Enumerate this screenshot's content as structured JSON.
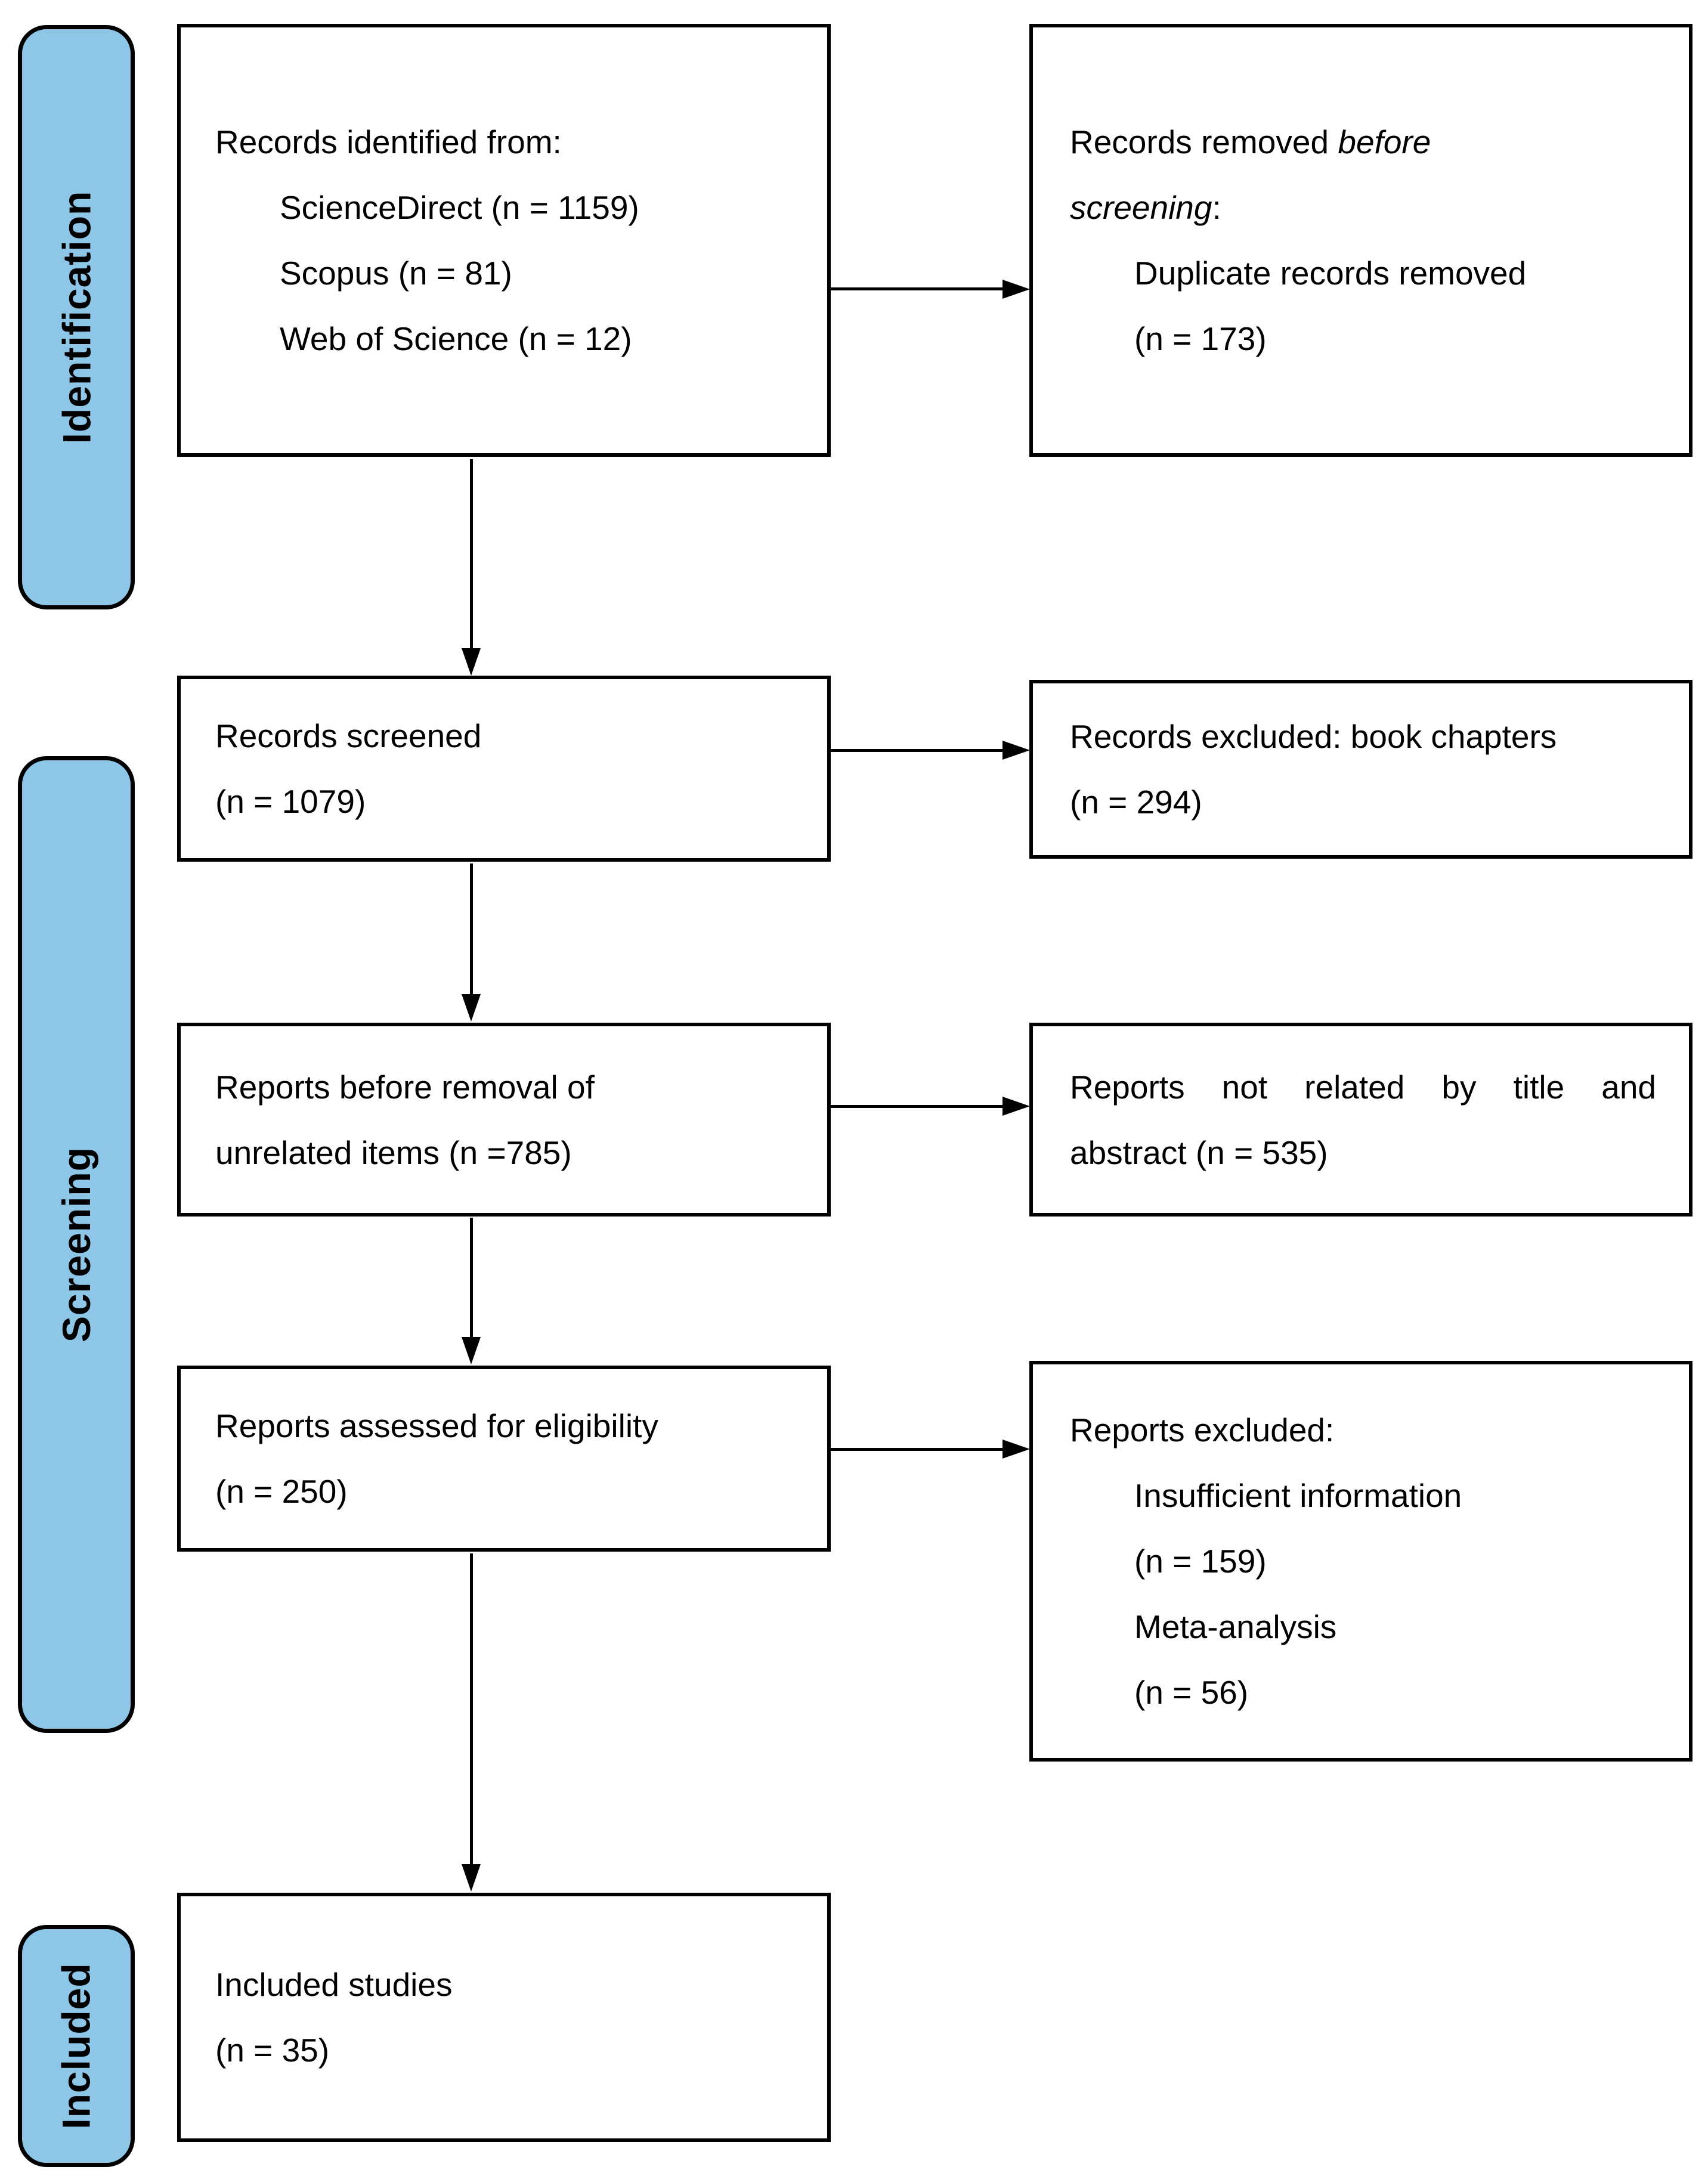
{
  "diagram": {
    "type": "prisma-flow-diagram",
    "colors": {
      "stage_fill": "#8ec6e8",
      "box_border": "#000000",
      "background": "#ffffff"
    },
    "stages": {
      "identification": "Identification",
      "screening": "Screening",
      "included": "Included"
    },
    "boxes": {
      "records_identified": {
        "lines": [
          "Records identified from:",
          "ScienceDirect (n = 1159)",
          "Scopus (n = 81)",
          "Web of Science (n = 12)"
        ]
      },
      "records_removed": {
        "line1_pre": "Records removed ",
        "line1_italic": "before",
        "line2_italic": "screening",
        "line2_post": ":",
        "lines": [
          "Duplicate records removed",
          "(n = 173)"
        ]
      },
      "records_screened": {
        "lines": [
          "Records screened",
          "(n = 1079)"
        ]
      },
      "records_excluded": {
        "lines": [
          "Records excluded: book chapters",
          "(n = 294)"
        ]
      },
      "reports_before_removal": {
        "lines": [
          "Reports before removal of",
          "unrelated items (n =785)"
        ]
      },
      "reports_not_related": {
        "lines": [
          "Reports not related by title and",
          "abstract (n = 535)"
        ]
      },
      "reports_assessed": {
        "lines": [
          "Reports assessed for eligibility",
          "(n = 250)"
        ]
      },
      "reports_excluded": {
        "lines": [
          "Reports excluded:",
          "Insufficient information",
          "(n = 159)",
          "Meta-analysis",
          "(n = 56)"
        ]
      },
      "included_studies": {
        "lines": [
          "Included studies",
          "(n = 35)"
        ]
      }
    }
  }
}
